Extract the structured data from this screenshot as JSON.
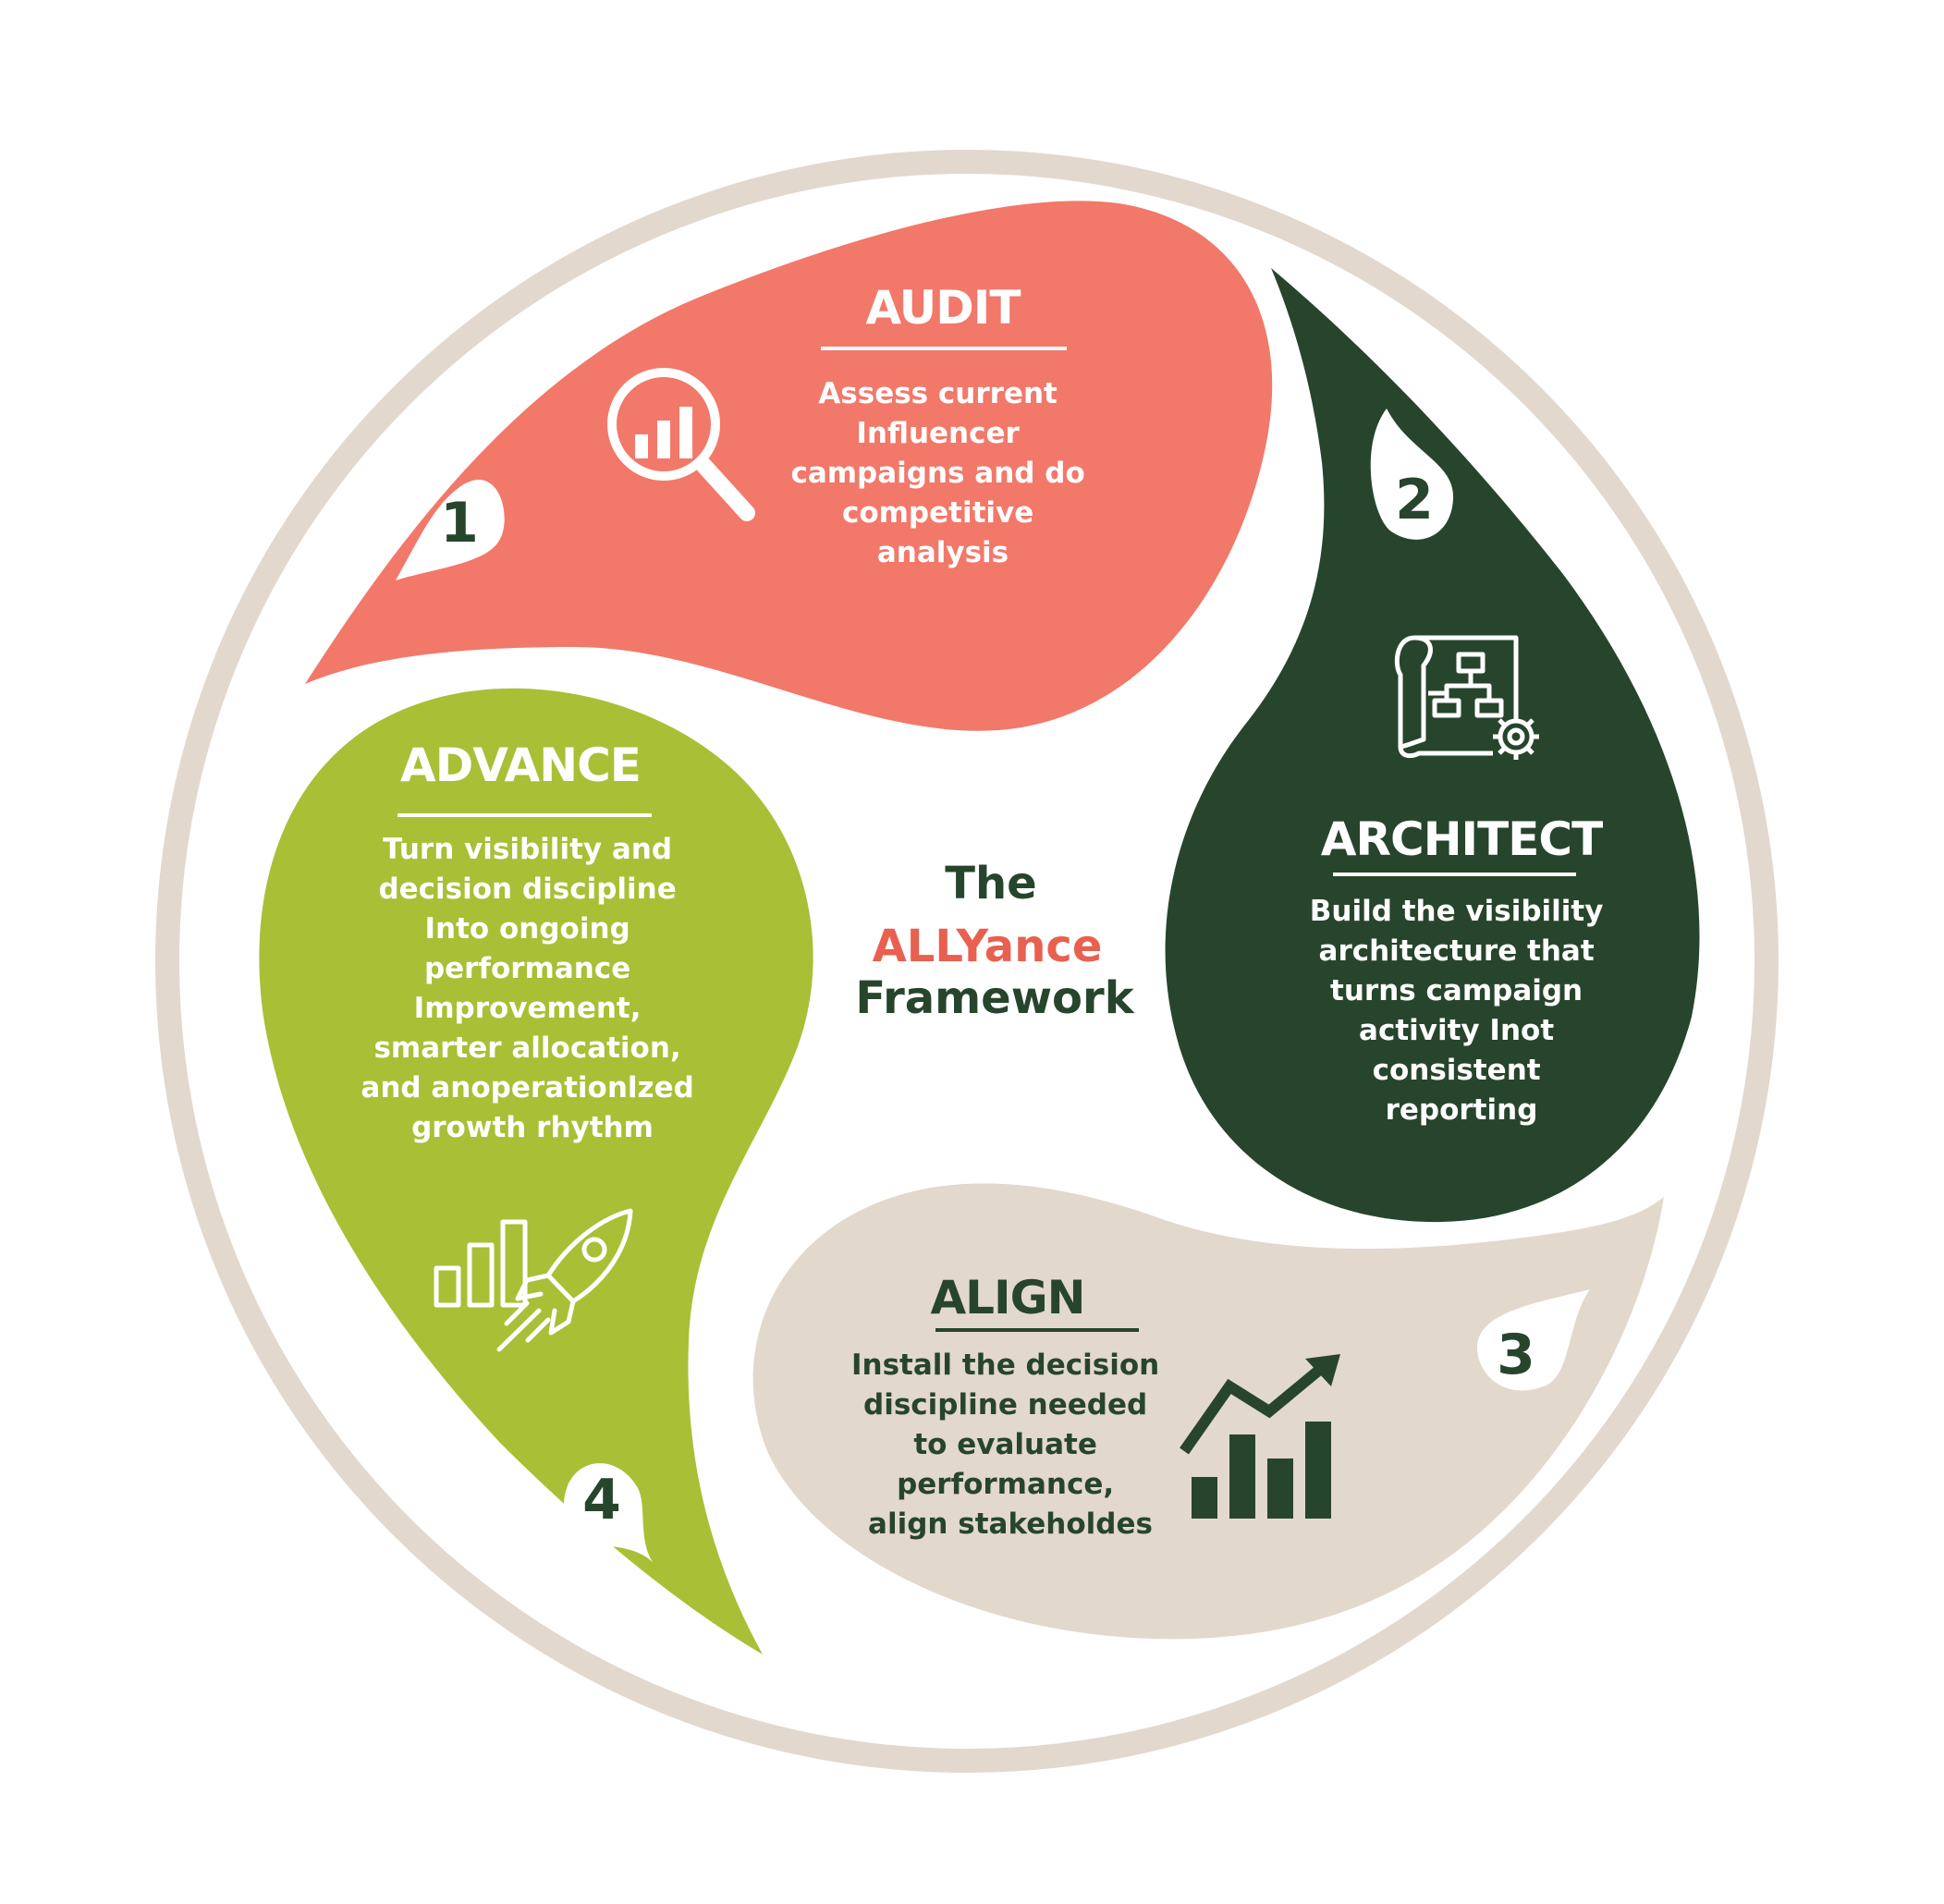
{
  "center": {
    "line1": "The",
    "line2": "ALLYance",
    "line3": "Framework"
  },
  "colors": {
    "coral": "#F2786A",
    "dark_green": "#27452C",
    "lime": "#A9BF36",
    "beige": "#E3D8CC",
    "ring": "#E2D8CE",
    "white": "#FFFFFF"
  },
  "steps": [
    {
      "number": "1",
      "title": "AUDIT",
      "description": [
        "Assess current",
        "Influencer",
        "campaigns and do",
        "competitive",
        "analysis"
      ],
      "icon": "magnifier-chart-icon"
    },
    {
      "number": "2",
      "title": "ARCHITECT",
      "description": [
        "Build the visibility",
        "architecture that",
        "turns campaign",
        "activity Inot",
        "consistent",
        "reporting"
      ],
      "icon": "blueprint-gear-icon"
    },
    {
      "number": "3",
      "title": "ALIGN",
      "description": [
        "Install the decision",
        "discipline needed",
        "to evaluate",
        "performance,",
        "align stakeholdes"
      ],
      "icon": "growth-chart-icon"
    },
    {
      "number": "4",
      "title": "ADVANCE",
      "description": [
        "Turn visibility and",
        "decision discipline",
        "Into ongoing",
        "performance",
        "Improvement,",
        "smarter allocation,",
        "and anoperationlzed",
        "growth rhythm"
      ],
      "icon": "rocket-chart-icon"
    }
  ]
}
